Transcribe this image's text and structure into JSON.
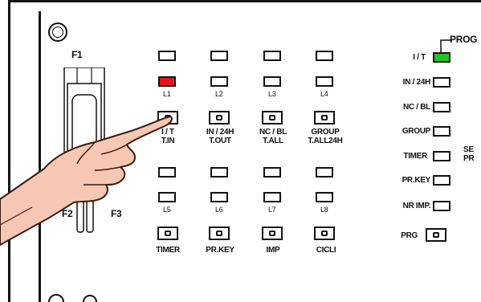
{
  "fuses": {
    "f1": "F1",
    "f2": "F2",
    "f3": "F3"
  },
  "leds_top_row": [
    "",
    "",
    "",
    ""
  ],
  "led_labels_row1": [
    "L1",
    "L2",
    "L3",
    "L4"
  ],
  "keys_row1": [
    {
      "line1": "I / T",
      "line2": "T.IN"
    },
    {
      "line1": "IN / 24H",
      "line2": "T.OUT"
    },
    {
      "line1": "NC / BL",
      "line2": "T.ALL"
    },
    {
      "line1": "GROUP",
      "line2": "T.ALL24H"
    }
  ],
  "led_labels_row2": [
    "L5",
    "L6",
    "L7",
    "L8"
  ],
  "keys_row2": [
    "TIMER",
    "PR.KEY",
    "IMP",
    "CICLI"
  ],
  "prog": {
    "title": "PROG",
    "items": [
      "I / T",
      "IN / 24H",
      "NC / BL",
      "GROUP",
      "TIMER",
      "PR.KEY",
      "NR IMP."
    ],
    "prg_label": "PRG",
    "side_text": [
      "SE",
      "PR"
    ]
  },
  "colors": {
    "l1_led": "#e8141c",
    "it_led": "#22c02a",
    "hand_fill": "#f6c7b3",
    "hand_stroke": "#3a1a10"
  }
}
